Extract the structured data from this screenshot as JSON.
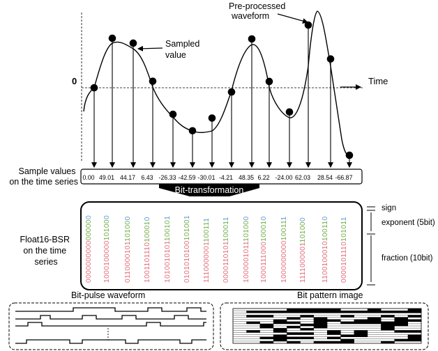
{
  "waveform": {
    "zero_label": "0",
    "time_label": "Time",
    "sampled_label": [
      "Sampled",
      "value"
    ],
    "preprocessed_label": [
      "Pre-processed",
      "waveform"
    ]
  },
  "samples": {
    "label": [
      "Sample values",
      "on the time series"
    ],
    "values": [
      "0.00",
      "49.01",
      "44.17",
      "6.43",
      "-26.33",
      "-42.59",
      "-30.01",
      "-4.21",
      "48.35",
      "6.22",
      "-24.00",
      "62.03",
      "28.54",
      "-66.87"
    ]
  },
  "transform_label": "Bit-transformation",
  "bsr": {
    "label": [
      "Float16-BSR",
      "on the time",
      "series"
    ],
    "bits": [
      "0000000000000000",
      "0101001000100000",
      "0101000110000101",
      "0100011001101110",
      "1100101010010101",
      "1101000101010100",
      "1100111110000001",
      "1100010000110101",
      "0101001000001011",
      "0100011000111000",
      "1100111000000000",
      "0101001111000001",
      "0100111100100010",
      "1101010000101110"
    ],
    "sign_label": "sign",
    "exponent_label": "exponent (5bit)",
    "fraction_label": "fraction (10bit)"
  },
  "colors": {
    "sign": "#5b9bd5",
    "exponent": "#70ad47",
    "fraction": "#e06c7a"
  },
  "bottom": {
    "pulse_label": "Bit-pulse waveform",
    "pattern_label": "Bit pattern image"
  }
}
